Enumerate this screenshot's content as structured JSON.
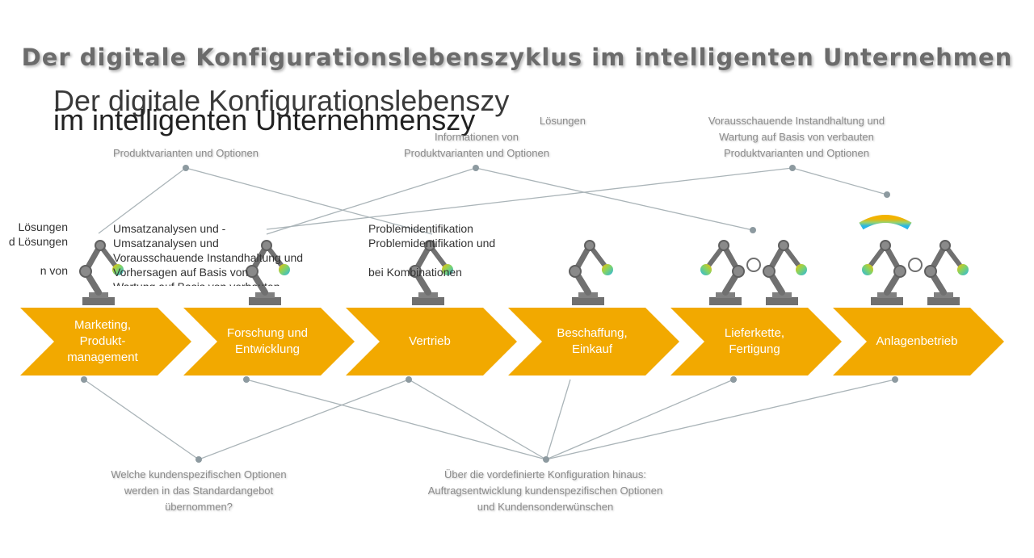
{
  "title": "Der digitale Konfigurationslebenszyklus im intelligenten Unternehmen",
  "ghost_title": {
    "line1": "Der digitale Konfigurationslebenszy",
    "line2": "klus im intelligenten Unternehmenszy"
  },
  "top_notes": [
    {
      "lines": [
        "Produktvarianten und Optionen"
      ]
    },
    {
      "lines": [
        "Lösungen",
        "Informationen von",
        "Produktvarianten und Optionen"
      ]
    },
    {
      "lines": [
        "Vorausschauende Instandhaltung und",
        "Wartung auf Basis von verbauten",
        "Produktvarianten und Optionen"
      ]
    }
  ],
  "ghost_blocks": [
    "Lösungen\nd Lösungen\n\nn von",
    "Umsatzanalysen und -\nUmsatzanalysen und\nVorausschauende Instandhaltung und\nVorhersagen auf Basis von\nWartung auf Basis von verbauten",
    "Problemidentifikation\nProblemidentifikation und\n\nbei Kombinationen"
  ],
  "steps": [
    {
      "label": "Marketing, Produkt-management"
    },
    {
      "label": "Forschung und Entwicklung"
    },
    {
      "label": "Vertrieb"
    },
    {
      "label": "Beschaffung, Einkauf"
    },
    {
      "label": "Lieferkette, Fertigung"
    },
    {
      "label": "Anlagenbetrieb"
    }
  ],
  "bottom_notes": [
    {
      "lines": [
        "Welche kundenspezifischen Optionen",
        "werden in das Standardangebot",
        "übernommen?"
      ]
    },
    {
      "lines": [
        "Über die vordefinierte Konfiguration hinaus:",
        "Auftragsentwicklung kundenspezifischen Optionen",
        "und Kundensonderwünschen"
      ]
    }
  ],
  "colors": {
    "arrow": "#f2a900",
    "robot": "#707070",
    "connector": "#aab4b8",
    "title": "#6b6b6b"
  },
  "icons": [
    "robot-arm-icon",
    "robot-arm-icon",
    "robot-arm-icon",
    "robot-arm-icon",
    "robot-pair-icon",
    "robot-pair-wifi-icon"
  ]
}
